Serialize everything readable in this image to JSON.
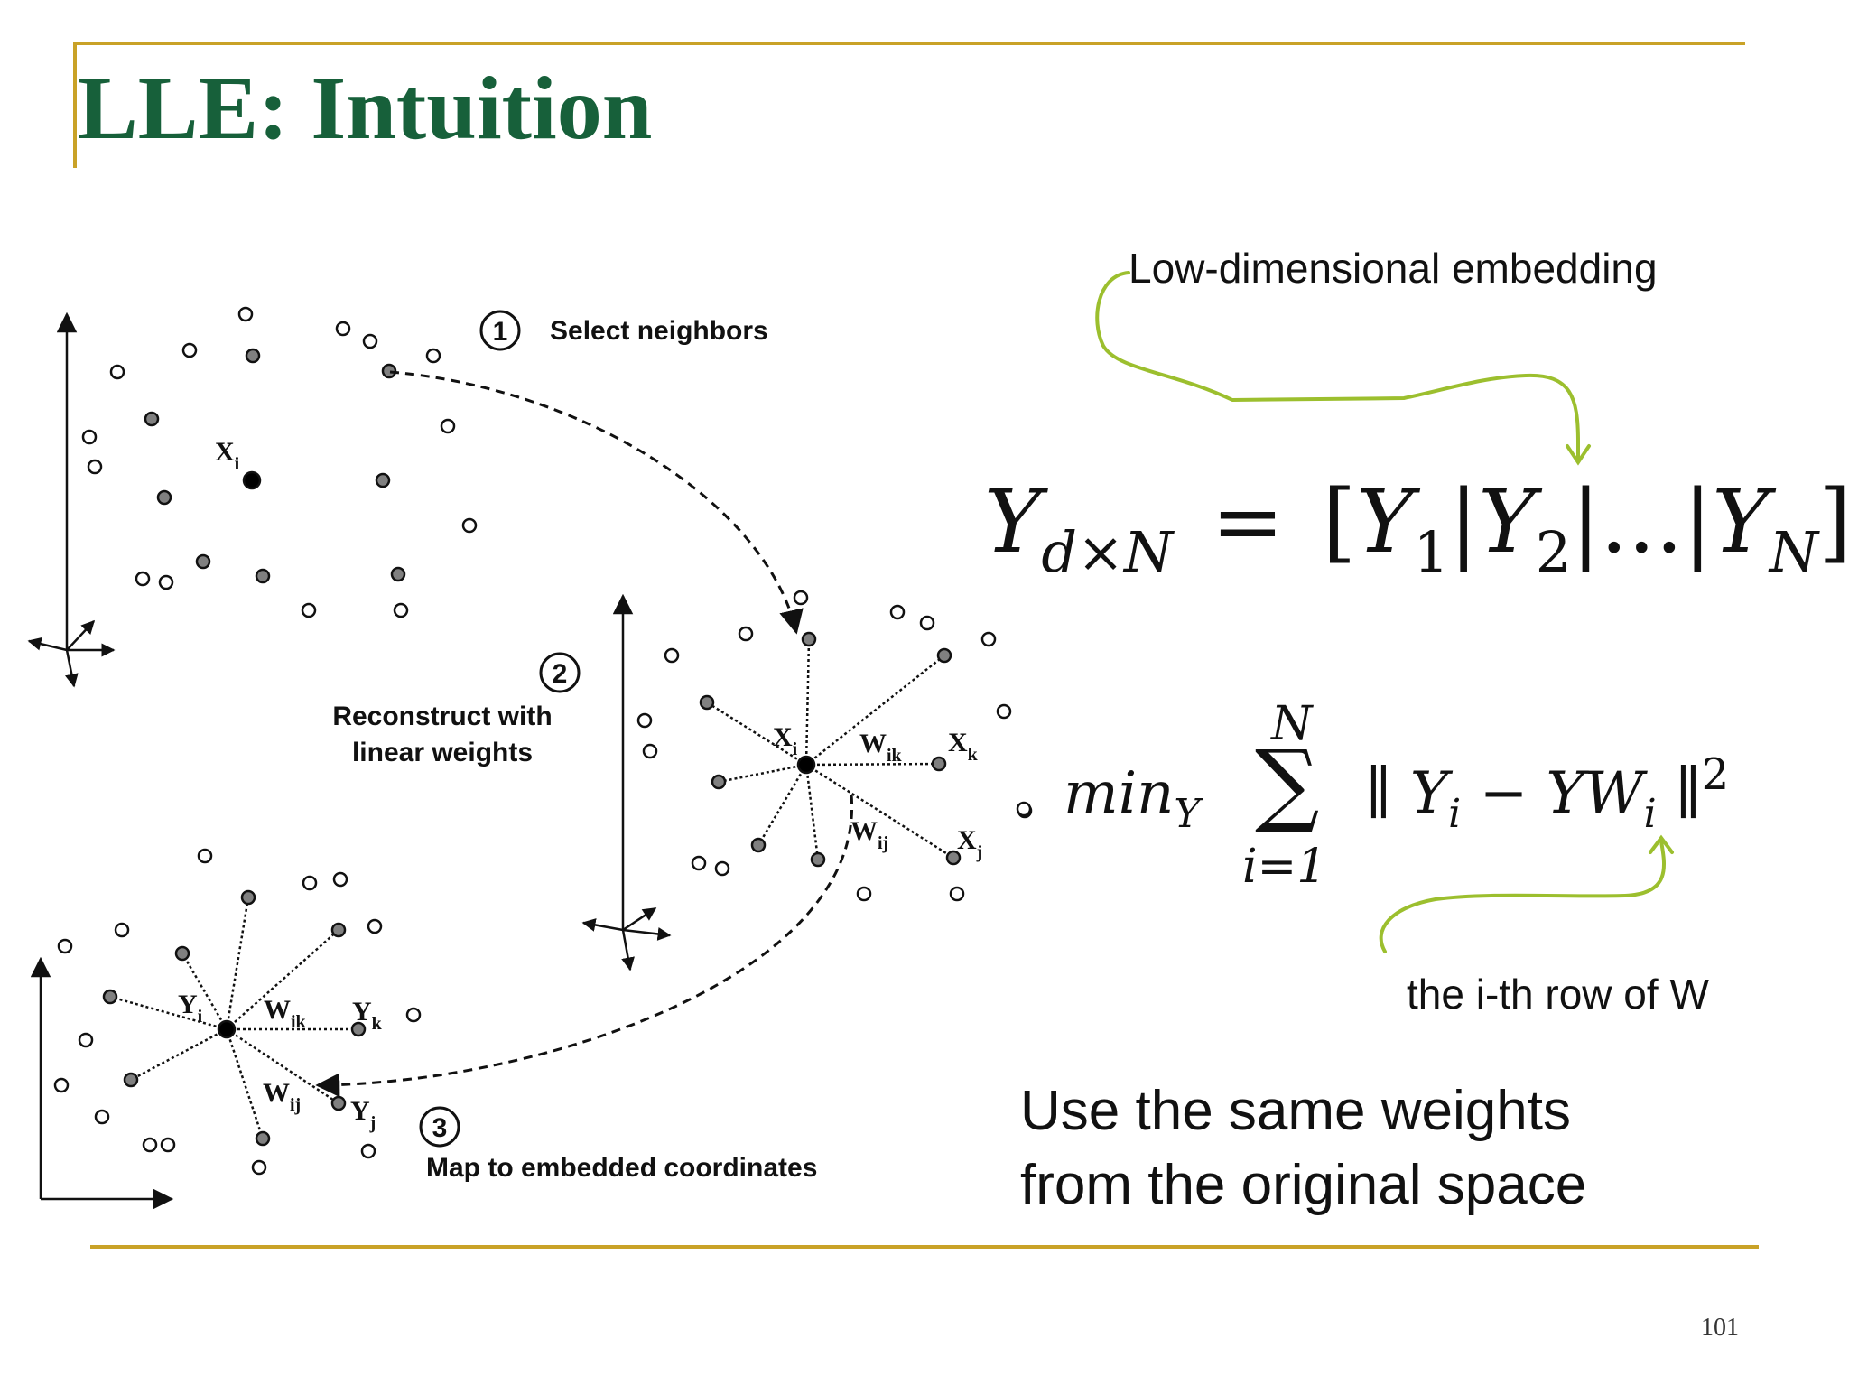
{
  "slide": {
    "title": "LLE: Intuition",
    "page_number": "101"
  },
  "figure": {
    "step1_number": "1",
    "step1_label": "Select neighbors",
    "step2_number": "2",
    "step2_label_line1": "Reconstruct with",
    "step2_label_line2": "linear weights",
    "step3_number": "3",
    "step3_label": "Map to embedded coordinates",
    "x_i_main": "X",
    "x_i_sub": "i",
    "x_k_main": "X",
    "x_k_sub": "k",
    "x_j_main": "X",
    "x_j_sub": "j",
    "w_ik_main": "W",
    "w_ik_sub": "ik",
    "w_ij_main": "W",
    "w_ij_sub": "ij",
    "y_i_main": "Y",
    "y_i_sub": "i",
    "y_k_main": "Y",
    "y_k_sub": "k",
    "y_j_main": "Y",
    "y_j_sub": "j"
  },
  "annotations": {
    "low_dim": "Low-dimensional embedding",
    "row_of_w": "the i-th row of W",
    "same_weights_line1": "Use the same weights",
    "same_weights_line2": "from the original space"
  },
  "equation1": {
    "lhs": "Y",
    "lhs_sub": "d×N",
    "eq": "=",
    "rhs_open": "[",
    "y1": "Y",
    "y1_sub": "1",
    "bar1": "|",
    "y2": "Y",
    "y2_sub": "2",
    "bar2": "|...|",
    "yn": "Y",
    "yn_sub": "N",
    "rhs_close": "]"
  },
  "equation2": {
    "min": "min",
    "min_sub": "Y",
    "sum": "∑",
    "sum_top": "N",
    "sum_bottom": "i=1",
    "norm_open": "∥",
    "yi": "Y",
    "yi_sub": "i",
    "minus": "−",
    "yw": "YW",
    "yw_sub": "i",
    "norm_close": "∥",
    "power": "2"
  },
  "colors": {
    "title": "#17603a",
    "rule": "#c9a227",
    "arrow_green": "#9cbf2e"
  }
}
